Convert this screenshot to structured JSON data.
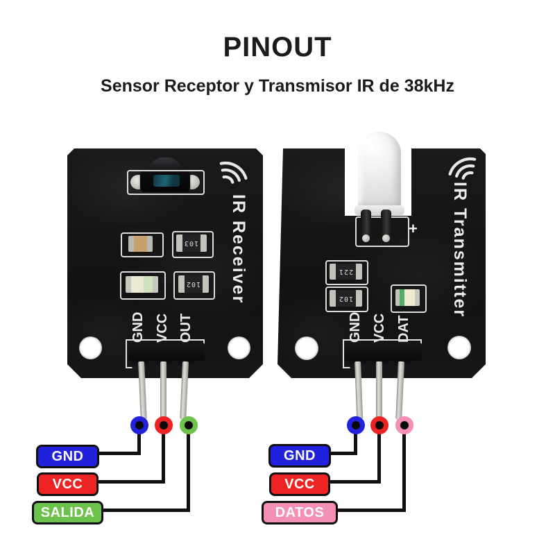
{
  "title": "PINOUT",
  "subtitle": "Sensor Receptor y Transmisor IR de 38kHz",
  "colors": {
    "gnd_blue": "#2222dd",
    "vcc_red": "#ee2424",
    "salida_green": "#6dc24b",
    "datos_pink": "#f48fb6",
    "board_black": "#141414",
    "silkscreen_white": "#e8e8e8"
  },
  "icons": {
    "receiver_signal": "signal-waves-icon",
    "transmitter_signal": "signal-waves-icon"
  },
  "receiver": {
    "name": "IR Receiver",
    "pins": [
      "GND",
      "VCC",
      "OUT"
    ],
    "resistors": [
      "103",
      "102"
    ],
    "labels": [
      {
        "text": "GND",
        "color": "#2222dd"
      },
      {
        "text": "VCC",
        "color": "#ee2424"
      },
      {
        "text": "SALIDA",
        "color": "#6dc24b"
      }
    ]
  },
  "transmitter": {
    "name": "IR Transmitter",
    "pins": [
      "GND",
      "VCC",
      "DAT"
    ],
    "resistors": [
      "221",
      "102"
    ],
    "polarity_mark": "+",
    "labels": [
      {
        "text": "GND",
        "color": "#2222dd"
      },
      {
        "text": "VCC",
        "color": "#ee2424"
      },
      {
        "text": "DATOS",
        "color": "#f48fb6"
      }
    ]
  }
}
